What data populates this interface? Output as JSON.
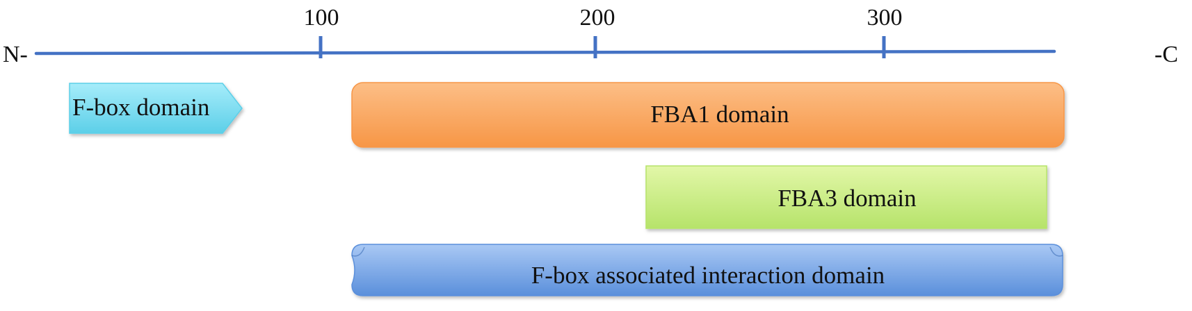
{
  "terminals": {
    "n": "N-",
    "c": "-C"
  },
  "axis": {
    "color": "#4472C4",
    "ticks": [
      {
        "label": "100",
        "value": 100
      },
      {
        "label": "200",
        "value": 200
      },
      {
        "label": "300",
        "value": 300
      }
    ]
  },
  "domains": [
    {
      "id": "fbox",
      "label": "F-box domain",
      "shape": "arrow-right",
      "color": "#5CCFE8",
      "color_light": "#A6ECFA"
    },
    {
      "id": "fba1",
      "label": "FBA1 domain",
      "shape": "rounded",
      "color": "#F79646",
      "color_light": "#FCBE86"
    },
    {
      "id": "fba3",
      "label": "FBA3 domain",
      "shape": "rectangle",
      "color": "#B6E36A",
      "color_light": "#E2F7A8"
    },
    {
      "id": "fbox-associated",
      "label": "F-box associated interaction domain",
      "shape": "scroll",
      "color": "#5A8FDB",
      "color_light": "#A9C8F4"
    }
  ]
}
